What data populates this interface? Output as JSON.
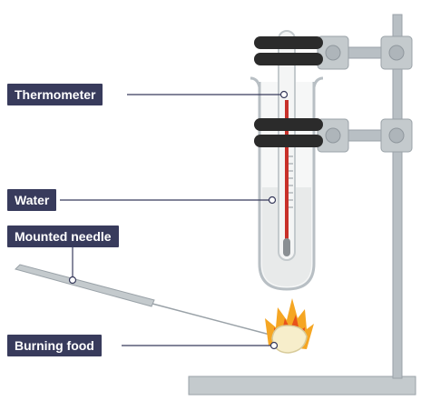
{
  "labels": {
    "thermometer": "Thermometer",
    "water": "Water",
    "mounted_needle": "Mounted needle",
    "burning_food": "Burning food"
  },
  "colors": {
    "label_bg": "#383b5c",
    "label_text": "#ffffff",
    "stand": "#b8bfc4",
    "clamp": "#2b2b2b",
    "thermometer_liquid": "#c8302a",
    "water": "#e8eaea",
    "flame_outer": "#f5a623",
    "flame_inner": "#e8531c",
    "food": "#f7eecb"
  },
  "icons": [
    "retort-stand-icon",
    "clamp-icon",
    "boiling-tube-icon",
    "thermometer-icon",
    "mounted-needle-icon",
    "flame-icon",
    "food-icon"
  ]
}
